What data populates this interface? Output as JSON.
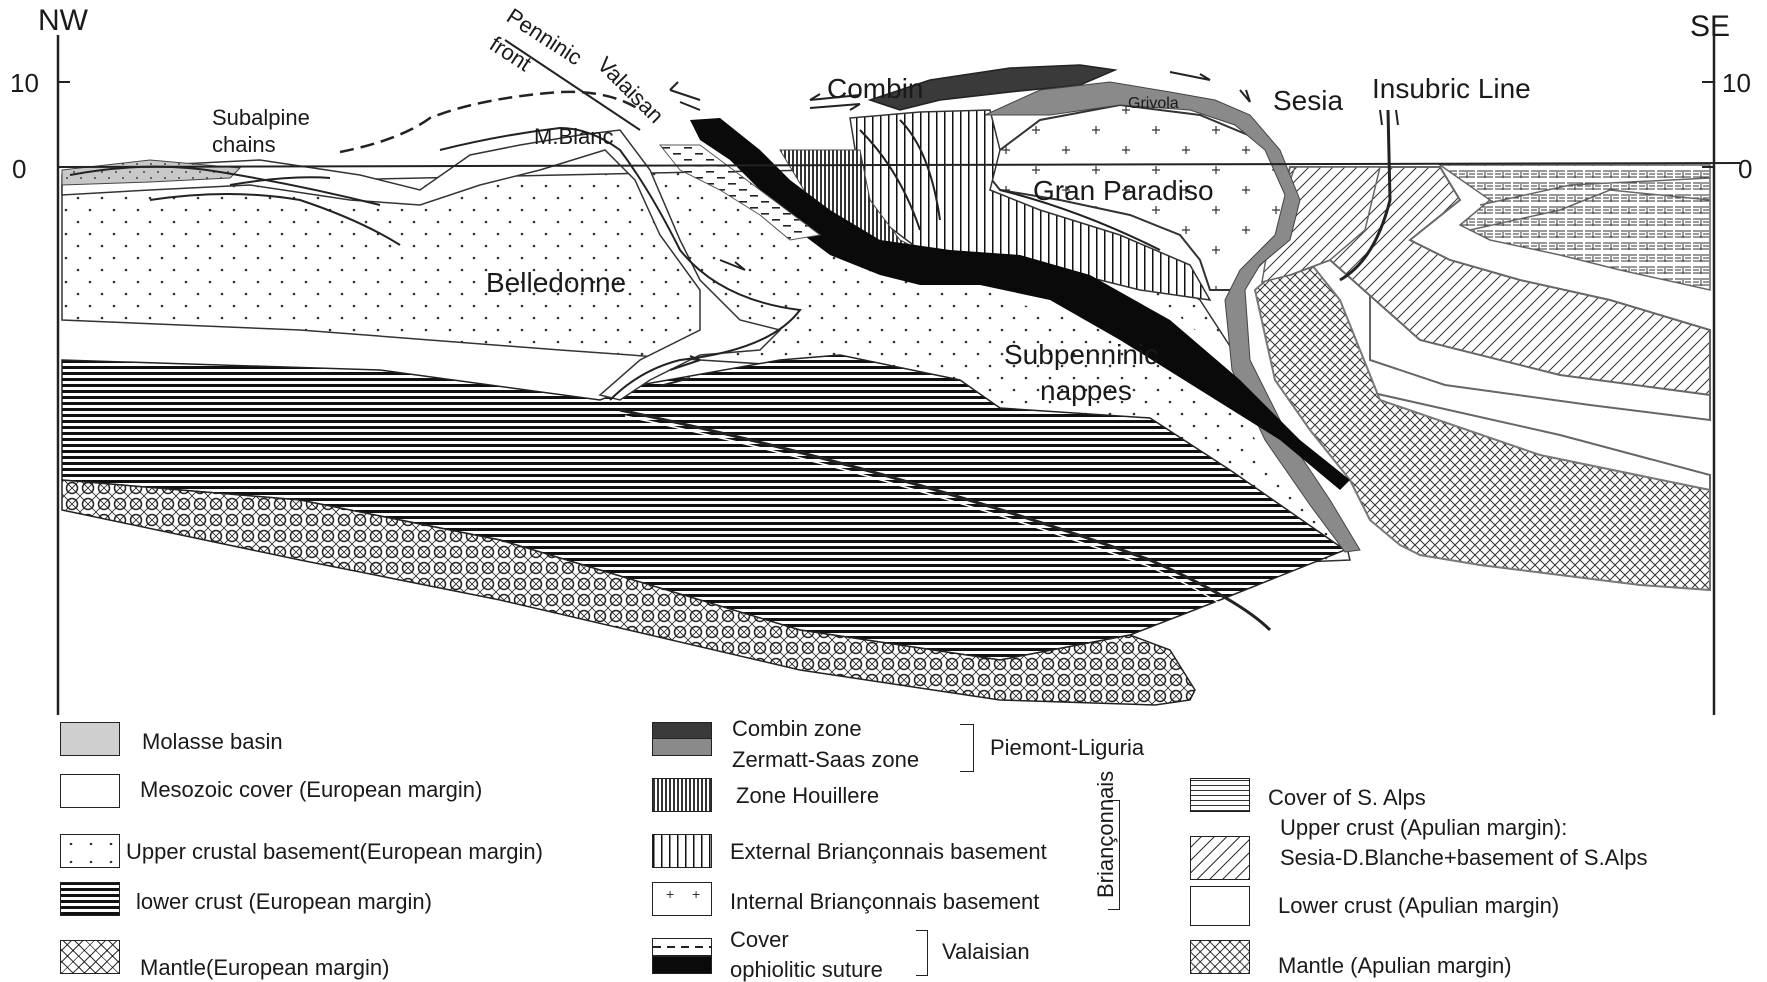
{
  "section": {
    "corner_left": "NW",
    "corner_right": "SE",
    "axis_ticks": {
      "left_top": "10",
      "left_zero": "0",
      "right_top": "10",
      "right_zero": "0"
    },
    "labels": {
      "subalpine": [
        "Subalpine",
        "chains"
      ],
      "penninic": [
        "Penninic",
        "front"
      ],
      "valaisan": "Valaisan",
      "mblanc": "M.Blanc",
      "combin": "Combin",
      "grivola": "Grivola",
      "sesia": "Sesia",
      "insubric": "Insubric Line",
      "gran_paradiso": "Gran Paradiso",
      "belledonne": "Belledonne",
      "subpenninic": [
        "Subpenninic",
        "nappes"
      ]
    }
  },
  "legend": {
    "col1": [
      {
        "label": "Molasse basin",
        "pattern": "molasse"
      },
      {
        "label": "Mesozoic cover (European margin)",
        "pattern": "white"
      },
      {
        "label": "Upper crustal basement(European margin)",
        "pattern": "dots"
      },
      {
        "label": "lower crust (European margin)",
        "pattern": "hlines"
      },
      {
        "label": "Mantle(European margin)",
        "pattern": "mantle"
      }
    ],
    "col2": [
      {
        "label": "Combin zone",
        "pattern": "dark"
      },
      {
        "label": "Zermatt-Saas zone",
        "pattern": "grey"
      },
      {
        "label": "Zone Houillere",
        "pattern": "vdense"
      },
      {
        "label": "External Briançonnais basement",
        "pattern": "vlines"
      },
      {
        "label": "Internal Briançonnais basement",
        "pattern": "plus"
      },
      {
        "label": "Cover",
        "pattern": "dashes"
      },
      {
        "label": "ophiolitic suture",
        "pattern": "black"
      }
    ],
    "groups": {
      "piemont": "Piemont-Liguria",
      "valaisian": "Valaisian",
      "brianconnais": "Briançonnais"
    },
    "col3": [
      {
        "label": "Cover of S. Alps",
        "pattern": "salps"
      },
      {
        "label": "Upper crust (Apulian margin):",
        "label2": "Sesia-D.Blanche+basement of S.Alps",
        "pattern": "diag"
      },
      {
        "label": "Lower crust (Apulian margin)",
        "pattern": "white"
      },
      {
        "label": "Mantle (Apulian margin)",
        "pattern": "apmantle"
      }
    ]
  },
  "colors": {
    "dark": "#3a3a3a",
    "grey": "#8a8a8a",
    "black": "#0a0a0a",
    "molasse": "#c8c8c8"
  }
}
